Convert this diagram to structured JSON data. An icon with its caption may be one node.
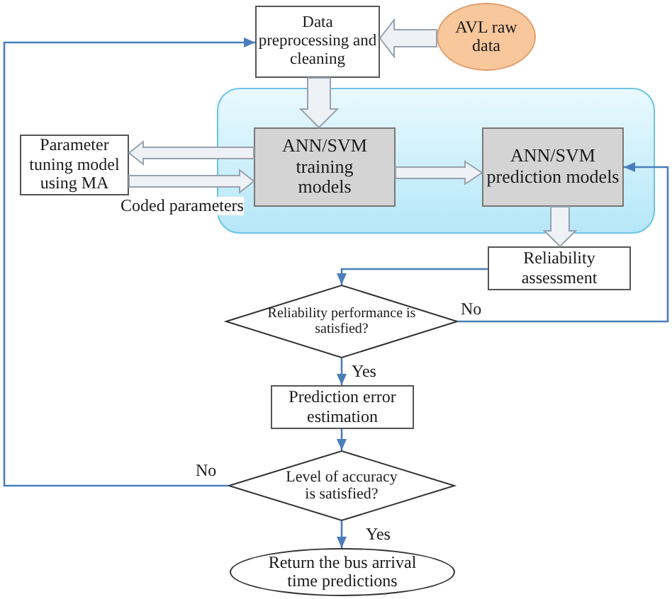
{
  "diagram": {
    "nodes": [
      {
        "text": [
          "Data preprocessing and cleaning"
        ]
      },
      {
        "text": [
          "AVL raw data"
        ]
      },
      {
        "text": [],
        "shape": "box"
      },
      {
        "text": [
          "Parameter tuning model using MA"
        ]
      },
      {
        "text": [
          "ANN/SVM training models"
        ],
        "in": 2
      },
      {
        "text": [
          "ANN/SVM prediction models"
        ],
        "in": 2
      },
      {
        "text": [
          "Reliability assessment"
        ]
      },
      {
        "text": [
          "Reliability performance is satisfied?"
        ]
      },
      {
        "text": [
          "Prediction error estimation"
        ]
      },
      {
        "text": [
          "Level of accuracy is satisfied?"
        ]
      },
      {
        "text": [
          "Return the bus arrival time predictions"
        ]
      }
    ],
    "edges": [
      {
        "from": 1,
        "to": 0,
        "arrow": "to",
        "style": "thick"
      },
      {
        "from": 0,
        "to": 4,
        "arrow": "to",
        "style": "thick"
      },
      {
        "from": 4,
        "to": 3,
        "arrow": "to",
        "style": "thick"
      },
      {
        "from": 3,
        "to": 4,
        "arrow": "to",
        "style": "thick",
        "label": "Coded parameters"
      },
      {
        "from": 4,
        "to": 5,
        "arrow": "to",
        "style": "thick"
      },
      {
        "from": 5,
        "to": 6,
        "arrow": "to",
        "style": "thick"
      },
      {
        "from": 6,
        "to": 7,
        "arrow": "to"
      },
      {
        "from": 7,
        "to": 8,
        "arrow": "to",
        "label": "Yes"
      },
      {
        "from": 7,
        "to": 5,
        "arrow": "to",
        "label": "No"
      },
      {
        "from": 8,
        "to": 9,
        "arrow": "to"
      },
      {
        "from": 9,
        "to": 0,
        "arrow": "to",
        "label": "No"
      },
      {
        "from": 9,
        "to": 10,
        "arrow": "to",
        "label": "Yes"
      }
    ]
  }
}
